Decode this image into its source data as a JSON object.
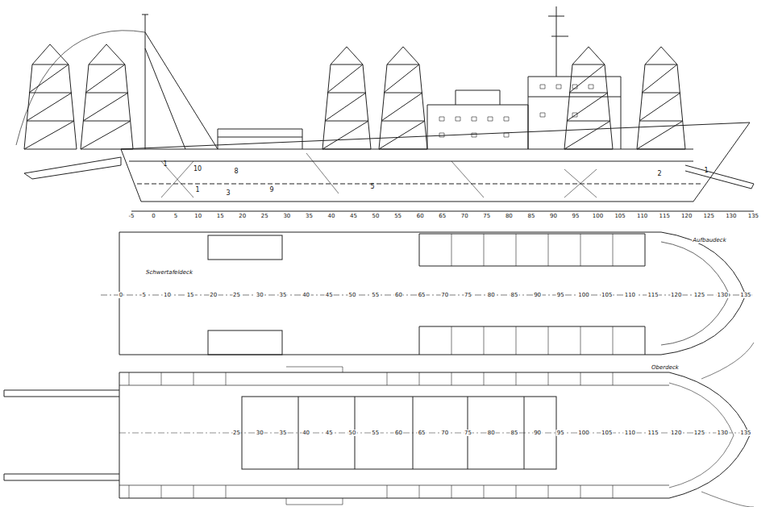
{
  "diagram": {
    "labels": [
      "Aufbaudeck",
      "Schwertafeldeck",
      "Oberdeck",
      "1",
      "10",
      "8",
      "1",
      "3",
      "9",
      "5",
      "2",
      "1",
      "-5",
      "0",
      "5",
      "10",
      "15",
      "20",
      "25",
      "30",
      "35",
      "40",
      "45",
      "50",
      "55",
      "60",
      "65",
      "70",
      "75",
      "80",
      "85",
      "90",
      "95",
      "100",
      "105",
      "110",
      "115",
      "120",
      "125",
      "130",
      "135",
      "0",
      "5",
      "10",
      "15",
      "20",
      "25",
      "30",
      "35",
      "40",
      "45",
      "50",
      "55",
      "60",
      "65",
      "70",
      "75",
      "80",
      "85",
      "90",
      "95",
      "100",
      "105",
      "110",
      "115",
      "120",
      "125",
      "130",
      "135",
      "25",
      "30",
      "35",
      "40",
      "45",
      "50",
      "55",
      "60",
      "65",
      "70",
      "75",
      "80",
      "85",
      "90",
      "95",
      "100",
      "105",
      "110",
      "115",
      "120",
      "125",
      "130",
      "135"
    ]
  }
}
